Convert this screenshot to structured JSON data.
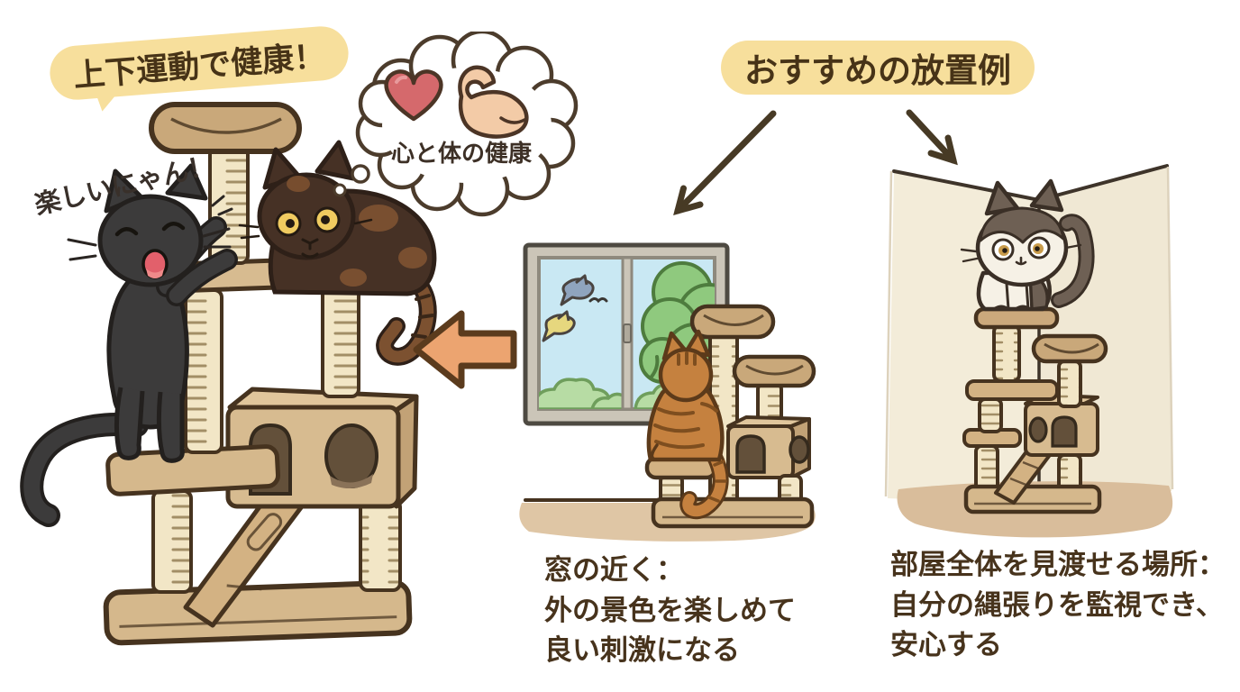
{
  "illustration": {
    "left_scene": {
      "badge": "上下運動で健康！",
      "speech": "楽しいにゃん！",
      "thought_bubble": {
        "label": "心と体の健康",
        "icons": [
          "heart",
          "flexed-biceps"
        ]
      }
    },
    "header": {
      "badge": "おすすめの放置例"
    },
    "window_example": {
      "caption": [
        "窓の近く：",
        "外の景色を楽しめて",
        "良い刺激になる"
      ]
    },
    "corner_example": {
      "caption": [
        "部屋全体を見渡せる場所：",
        "自分の縄張りを監視でき、",
        "安心する"
      ]
    }
  },
  "colors": {
    "badge_yellow": "#F7DF9C",
    "text_brown": "#47331c",
    "outline_brown": "#46331f",
    "arrow_orange": "#ECA470",
    "heart_red": "#D5696C",
    "biceps_skin": "#F3CBA7",
    "wood_tan": "#D5B88C",
    "post_cream": "#F2E6C6",
    "sky_blue": "#C9E8F3",
    "leaf_green": "#8FC97E",
    "wall_cream": "#F3ECD9",
    "floor_tan": "#D9BD9B",
    "black_cat": "#3C3B3B",
    "tortie_brown": "#463125",
    "tabby_orange": "#C5813F",
    "bicolor_gray": "#6E6054"
  }
}
